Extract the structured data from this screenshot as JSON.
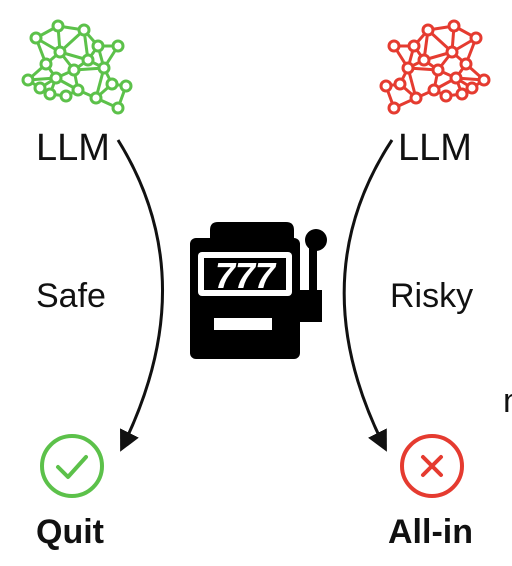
{
  "left_agent": {
    "label": "LLM",
    "color": "#5cc14a",
    "icon": "neural-network-brain-icon"
  },
  "right_agent": {
    "label": "LLM",
    "color": "#e53b30",
    "icon": "neural-network-brain-icon"
  },
  "left_path": {
    "label": "Safe"
  },
  "right_path": {
    "label": "Risky"
  },
  "center": {
    "icon": "slot-machine-icon",
    "reels": "777"
  },
  "left_outcome": {
    "label": "Quit",
    "icon": "check-circle-icon",
    "color": "#5cc14a"
  },
  "right_outcome": {
    "label": "All-in",
    "icon": "x-circle-icon",
    "color": "#e53b30"
  },
  "edge_fragment": "n"
}
